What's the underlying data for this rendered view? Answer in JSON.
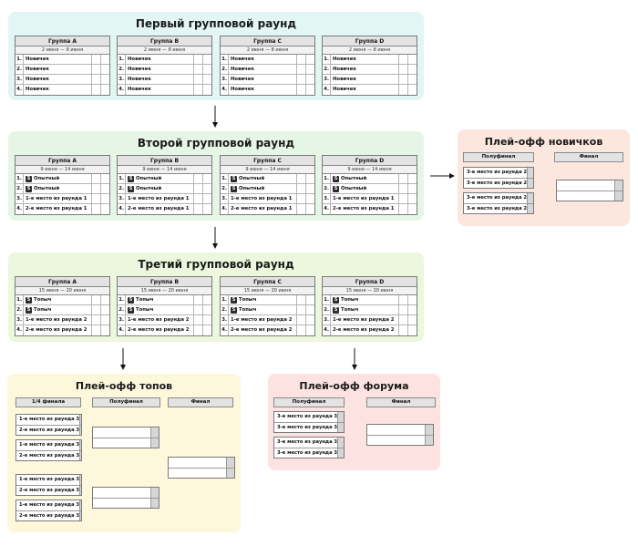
{
  "round1": {
    "title": "Первый групповой раунд",
    "groups": [
      {
        "name": "Группа A",
        "date": "2 июня — 8 июня",
        "rows": [
          {
            "n": "1.",
            "name": "Новичек",
            "badge": false
          },
          {
            "n": "2.",
            "name": "Новичек",
            "badge": false
          },
          {
            "n": "3.",
            "name": "Новичек",
            "badge": false
          },
          {
            "n": "4.",
            "name": "Новичек",
            "badge": false
          }
        ]
      },
      {
        "name": "Группа B",
        "date": "2 июня — 8 июня",
        "rows": [
          {
            "n": "1.",
            "name": "Новичек",
            "badge": false
          },
          {
            "n": "2.",
            "name": "Новичек",
            "badge": false
          },
          {
            "n": "3.",
            "name": "Новичек",
            "badge": false
          },
          {
            "n": "4.",
            "name": "Новичек",
            "badge": false
          }
        ]
      },
      {
        "name": "Группа C",
        "date": "2 июня — 8 июня",
        "rows": [
          {
            "n": "1.",
            "name": "Новичек",
            "badge": false
          },
          {
            "n": "2.",
            "name": "Новичек",
            "badge": false
          },
          {
            "n": "3.",
            "name": "Новичек",
            "badge": false
          },
          {
            "n": "4.",
            "name": "Новичек",
            "badge": false
          }
        ]
      },
      {
        "name": "Группа D",
        "date": "2 июня — 8 июня",
        "rows": [
          {
            "n": "1.",
            "name": "Новичек",
            "badge": false
          },
          {
            "n": "2.",
            "name": "Новичек",
            "badge": false
          },
          {
            "n": "3.",
            "name": "Новичек",
            "badge": false
          },
          {
            "n": "4.",
            "name": "Новичек",
            "badge": false
          }
        ]
      }
    ]
  },
  "round2": {
    "title": "Второй групповой раунд",
    "groups": [
      {
        "name": "Группа A",
        "date": "9 июня — 14 июня",
        "rows": [
          {
            "n": "1.",
            "name": "Опытный",
            "badge": true
          },
          {
            "n": "2.",
            "name": "Опытный",
            "badge": true
          },
          {
            "n": "3.",
            "name": "1-е место из раунда 1",
            "badge": false
          },
          {
            "n": "4.",
            "name": "2-е место из раунда 1",
            "badge": false
          }
        ]
      },
      {
        "name": "Группа B",
        "date": "9 июня — 14 июня",
        "rows": [
          {
            "n": "1.",
            "name": "Опытный",
            "badge": true
          },
          {
            "n": "2.",
            "name": "Опытный",
            "badge": true
          },
          {
            "n": "3.",
            "name": "1-е место из раунда 1",
            "badge": false
          },
          {
            "n": "4.",
            "name": "2-е место из раунда 1",
            "badge": false
          }
        ]
      },
      {
        "name": "Группа C",
        "date": "9 июня — 14 июня",
        "rows": [
          {
            "n": "1.",
            "name": "Опытный",
            "badge": true
          },
          {
            "n": "2.",
            "name": "Опытный",
            "badge": true
          },
          {
            "n": "3.",
            "name": "1-е место из раунда 1",
            "badge": false
          },
          {
            "n": "4.",
            "name": "2-е место из раунда 1",
            "badge": false
          }
        ]
      },
      {
        "name": "Группа D",
        "date": "9 июня — 14 июня",
        "rows": [
          {
            "n": "1.",
            "name": "Опытный",
            "badge": true
          },
          {
            "n": "2.",
            "name": "Опытный",
            "badge": true
          },
          {
            "n": "3.",
            "name": "1-е место из раунда 1",
            "badge": false
          },
          {
            "n": "4.",
            "name": "2-е место из раунда 1",
            "badge": false
          }
        ]
      }
    ]
  },
  "round3": {
    "title": "Третий групповой раунд",
    "groups": [
      {
        "name": "Группа A",
        "date": "15 июня — 20 июня",
        "rows": [
          {
            "n": "1.",
            "name": "Топыч",
            "badge": true
          },
          {
            "n": "2.",
            "name": "Топыч",
            "badge": true
          },
          {
            "n": "3.",
            "name": "1-е место из раунда 2",
            "badge": false
          },
          {
            "n": "4.",
            "name": "2-е место из раунда 2",
            "badge": false
          }
        ]
      },
      {
        "name": "Группа B",
        "date": "15 июня — 20 июня",
        "rows": [
          {
            "n": "1.",
            "name": "Топыч",
            "badge": true
          },
          {
            "n": "2.",
            "name": "Топыч",
            "badge": true
          },
          {
            "n": "3.",
            "name": "1-е место из раунда 2",
            "badge": false
          },
          {
            "n": "4.",
            "name": "2-е место из раунда 2",
            "badge": false
          }
        ]
      },
      {
        "name": "Группа C",
        "date": "15 июня — 20 июня",
        "rows": [
          {
            "n": "1.",
            "name": "Топыч",
            "badge": true
          },
          {
            "n": "2.",
            "name": "Топыч",
            "badge": true
          },
          {
            "n": "3.",
            "name": "1-е место из раунда 2",
            "badge": false
          },
          {
            "n": "4.",
            "name": "2-е место из раунда 2",
            "badge": false
          }
        ]
      },
      {
        "name": "Группа D",
        "date": "15 июня — 20 июня",
        "rows": [
          {
            "n": "1.",
            "name": "Топыч",
            "badge": true
          },
          {
            "n": "2.",
            "name": "Топыч",
            "badge": true
          },
          {
            "n": "3.",
            "name": "1-е место из раунда 2",
            "badge": false
          },
          {
            "n": "4.",
            "name": "2-е место из раунда 2",
            "badge": false
          }
        ]
      }
    ]
  },
  "badge_letter": "S",
  "playoff_novice": {
    "title": "Плей-офф новичков",
    "col_semi": "Полуфинал",
    "col_final": "Финал",
    "matches": [
      [
        "3-е место из раунда 2",
        "3-е место из раунда 2"
      ],
      [
        "3-е место из раунда 2",
        "3-е место из раунда 2"
      ]
    ],
    "final": [
      "",
      ""
    ]
  },
  "playoff_top": {
    "title": "Плей-офф топов",
    "col_quarter": "1/4 финала",
    "col_semi": "Полуфинал",
    "col_final": "Финал",
    "matches": [
      [
        "1-е место из раунда 3",
        "2-е место из раунда 3"
      ],
      [
        "1-е место из раунда 3",
        "2-е место из раунда 3"
      ],
      [
        "1-е место из раунда 3",
        "2-е место из раунда 3"
      ],
      [
        "1-е место из раунда 3",
        "2-е место из раунда 3"
      ]
    ],
    "semis": [
      [
        "",
        ""
      ],
      [
        "",
        ""
      ]
    ],
    "final": [
      "",
      ""
    ]
  },
  "playoff_forum": {
    "title": "Плей-офф форума",
    "col_semi": "Полуфинал",
    "col_final": "Финал",
    "matches": [
      [
        "3-е место из раунда 3",
        "3-е место из раунда 3"
      ],
      [
        "3-е место из раунда 3",
        "3-е место из раунда 3"
      ]
    ],
    "final": [
      "",
      ""
    ]
  },
  "colors": {
    "round1_bg": "#e2f6f4",
    "round2_bg": "#e6f6e6",
    "round3_bg": "#ecf7de",
    "novice_bg": "#fce7de",
    "top_bg": "#fdf7db",
    "forum_bg": "#fce2e0"
  }
}
